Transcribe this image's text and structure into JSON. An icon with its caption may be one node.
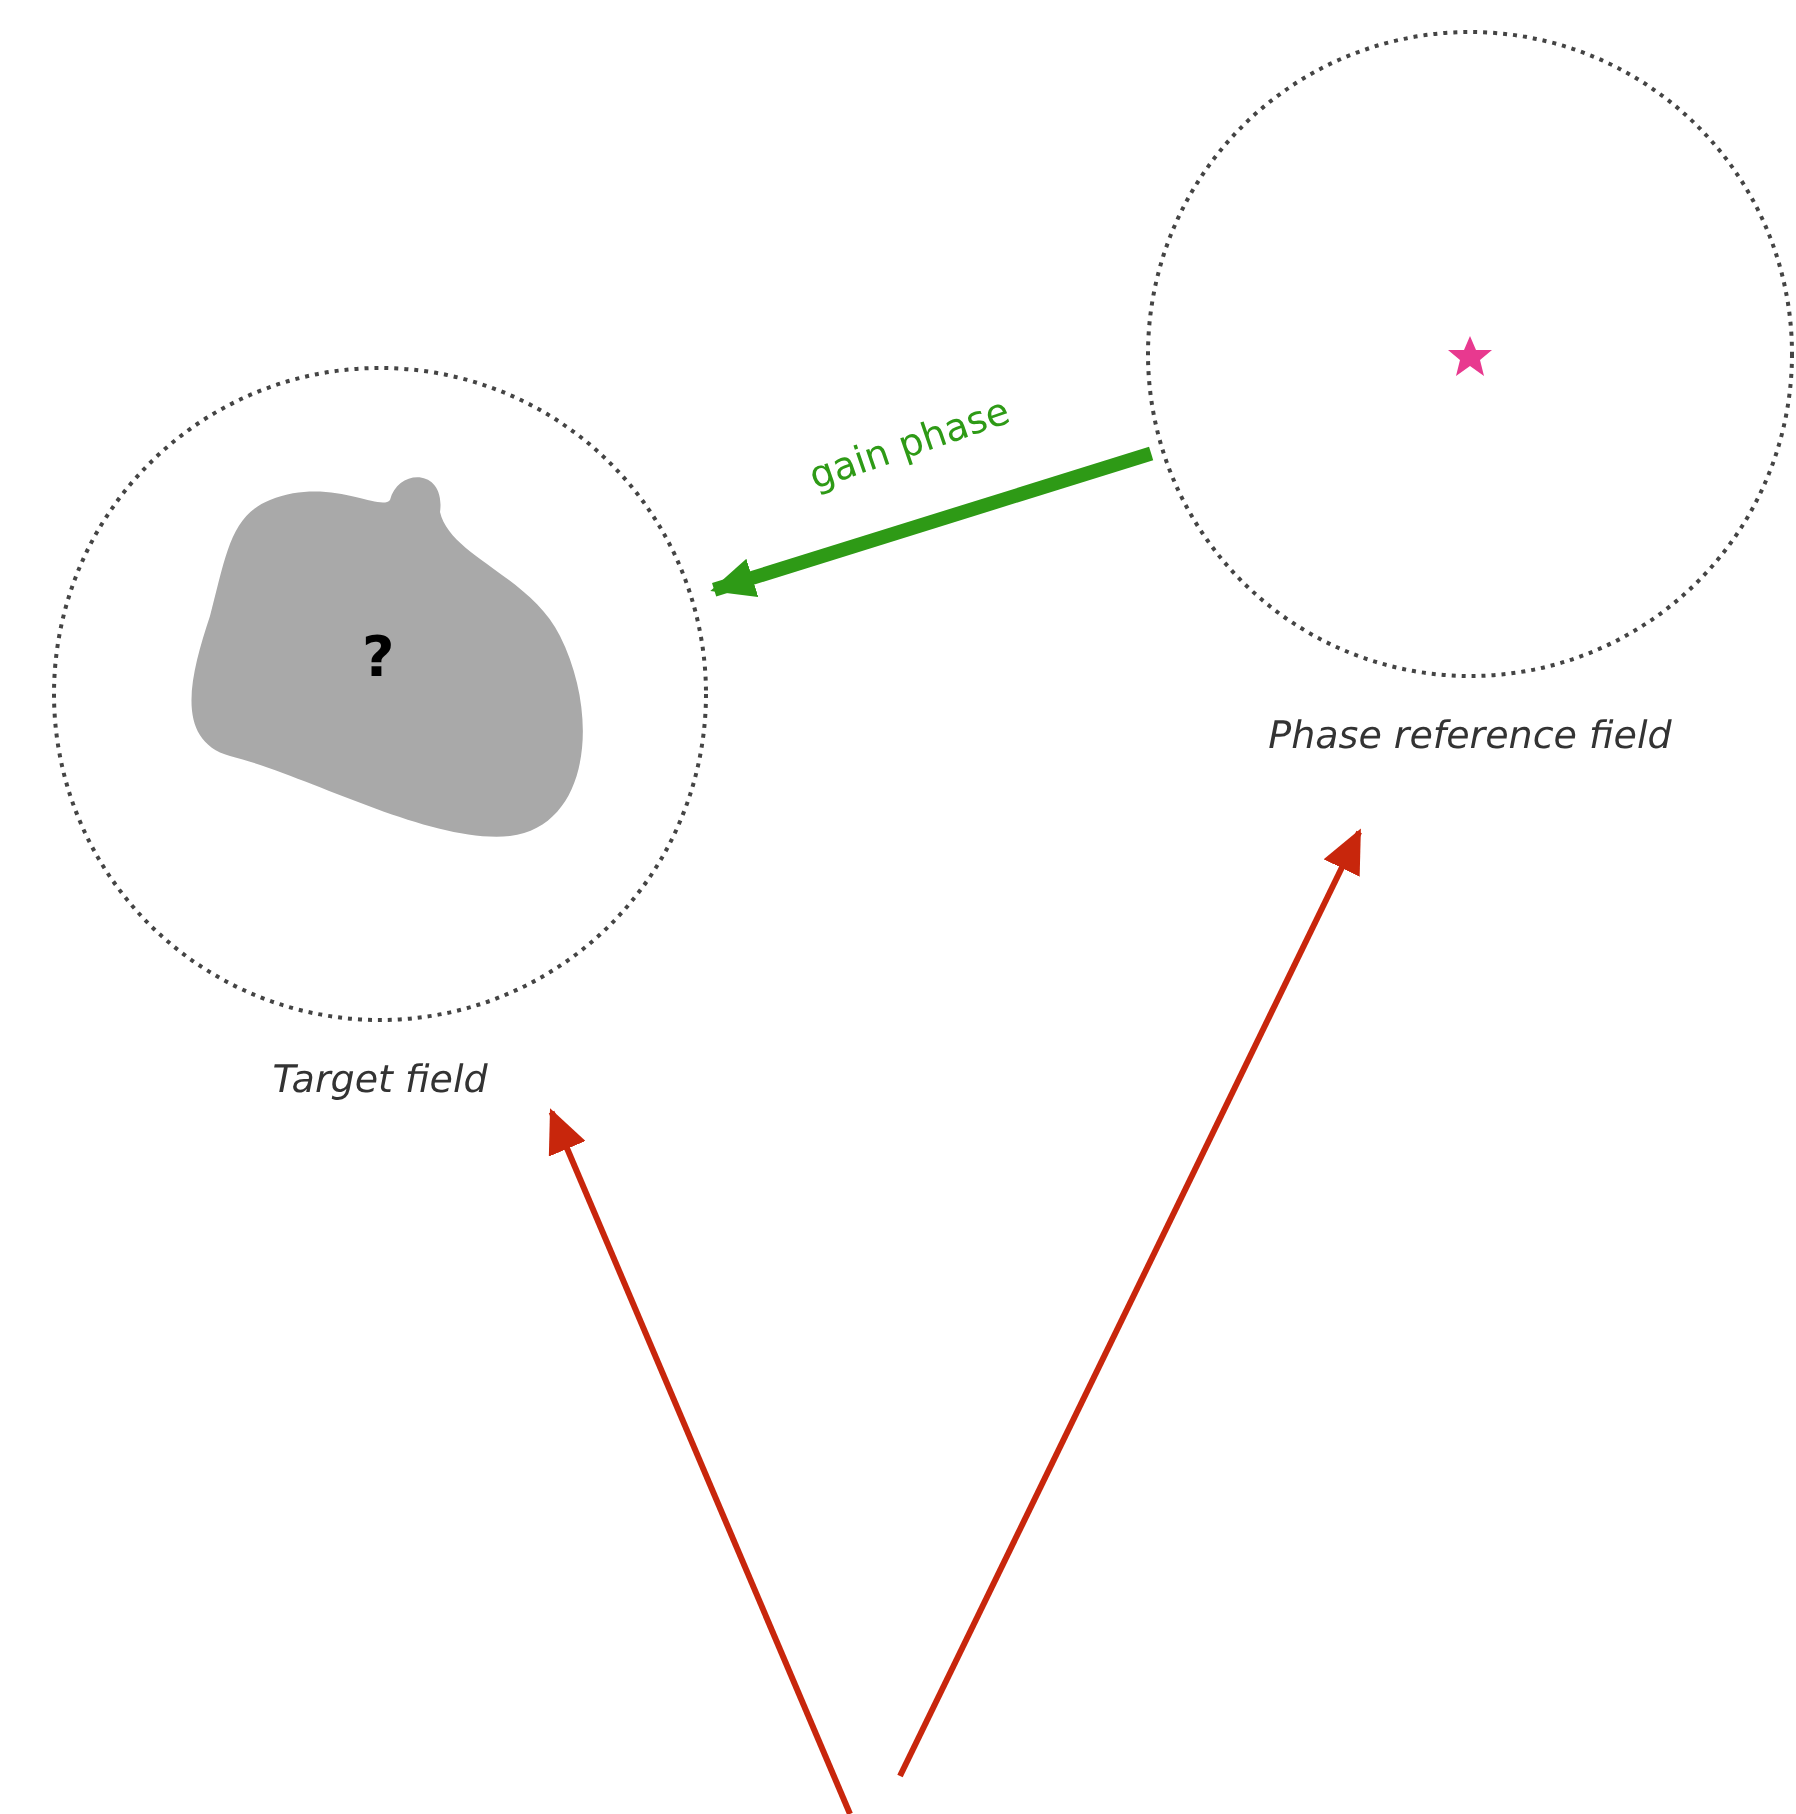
{
  "diagram": {
    "nodes": [
      {
        "text": [
          "Target field"
        ]
      },
      {
        "text": [
          "?"
        ],
        "in": 0
      },
      {
        "text": [
          "Phase reference field"
        ]
      }
    ],
    "edges": [
      {
        "from": 2,
        "to": 0,
        "arrow": "to",
        "label": "gain phase",
        "style": "thick",
        "color": "#2e9a16"
      },
      {
        "from": null,
        "to": 0,
        "arrow": "to",
        "color": "#c8260c"
      },
      {
        "from": null,
        "to": 2,
        "arrow": "to",
        "color": "#c8260c"
      }
    ]
  }
}
